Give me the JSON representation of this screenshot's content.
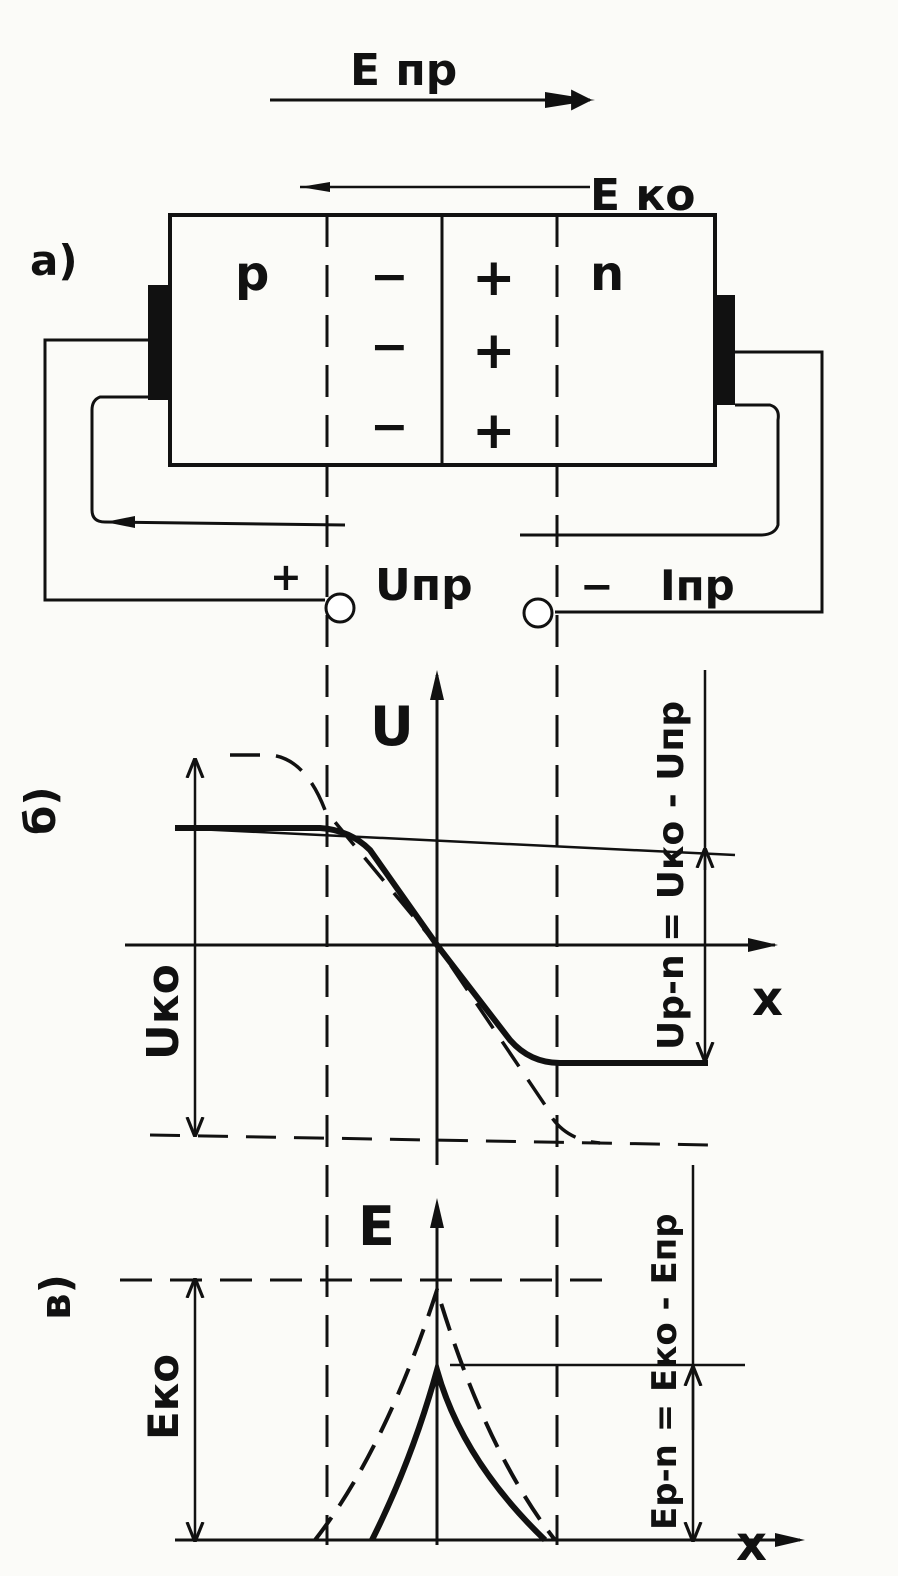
{
  "panel_labels": {
    "a": "а)",
    "b": "б)",
    "v": "в)"
  },
  "field_labels": {
    "e_forward": "E пр",
    "e_contact": "E ко"
  },
  "regions": {
    "p": "p",
    "n": "n"
  },
  "charges": {
    "minus": [
      "−",
      "−",
      "−"
    ],
    "plus": [
      "+",
      "+",
      "+"
    ]
  },
  "circuit": {
    "plus_terminal": "+",
    "minus_terminal": "−",
    "voltage_label": "Uпр",
    "current_label": "Iпр"
  },
  "graph_u": {
    "axis_y": "U",
    "axis_x": "x",
    "u_contact_label": "Uко",
    "junction_formula": "Up-n = Uко - Uпр"
  },
  "graph_e": {
    "axis_y": "E",
    "axis_x": "x",
    "e_contact_label": "Eко",
    "junction_formula": "Ep-n = Eко - Eпр"
  }
}
